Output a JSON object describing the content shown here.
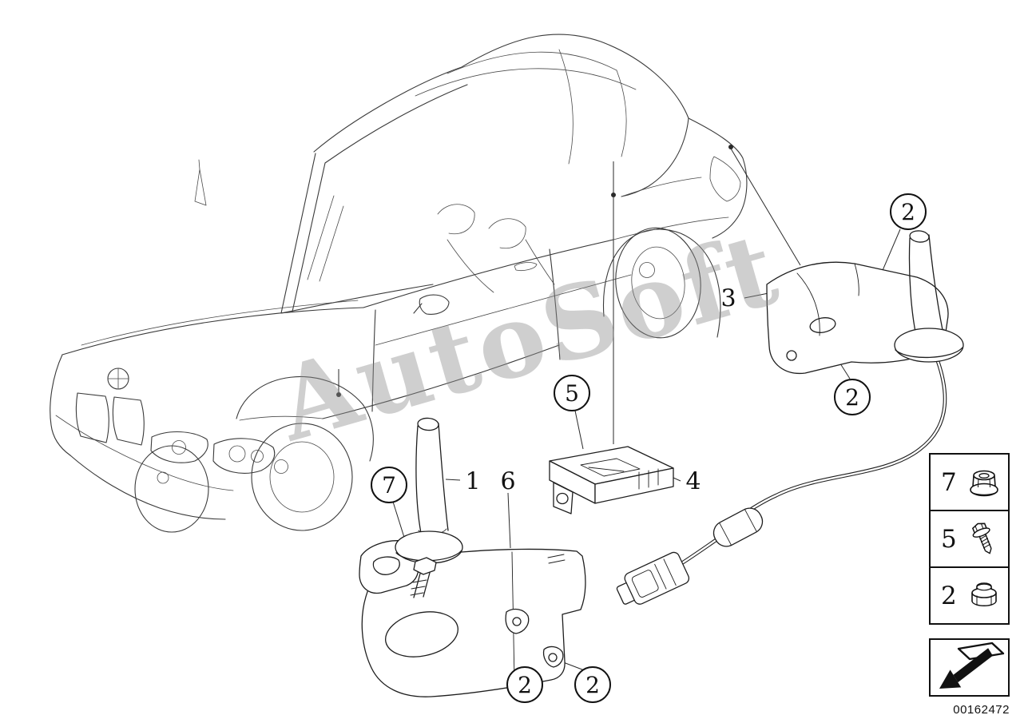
{
  "watermark": "AutoSoft",
  "colors": {
    "background": "#ffffff",
    "line_art": "#3a3a3a",
    "text": "#111111",
    "watermark": "#8f8f8f"
  },
  "callouts": [
    {
      "id": "2-top-right",
      "label": "2",
      "shape": "circle"
    },
    {
      "id": "2-mid-right",
      "label": "2",
      "shape": "circle"
    },
    {
      "id": "3-bracket-right",
      "label": "3",
      "shape": "plain"
    },
    {
      "id": "5-module-screw",
      "label": "5",
      "shape": "circle"
    },
    {
      "id": "4-control-module",
      "label": "4",
      "shape": "plain"
    },
    {
      "id": "7-antenna-nut",
      "label": "7",
      "shape": "circle"
    },
    {
      "id": "1-antenna-left",
      "label": "1",
      "shape": "plain"
    },
    {
      "id": "6-bracket-left",
      "label": "6",
      "shape": "plain"
    },
    {
      "id": "2-bottom-left",
      "label": "2",
      "shape": "circle"
    },
    {
      "id": "2-bottom-right",
      "label": "2",
      "shape": "circle"
    }
  ],
  "legend": {
    "items": [
      {
        "number": "7",
        "icon": "flange-nut-icon"
      },
      {
        "number": "5",
        "icon": "hex-screw-icon"
      },
      {
        "number": "2",
        "icon": "lock-nut-icon"
      }
    ],
    "arrow_icon": "direction-arrow-icon"
  },
  "footer": {
    "doc_number": "00162472"
  }
}
